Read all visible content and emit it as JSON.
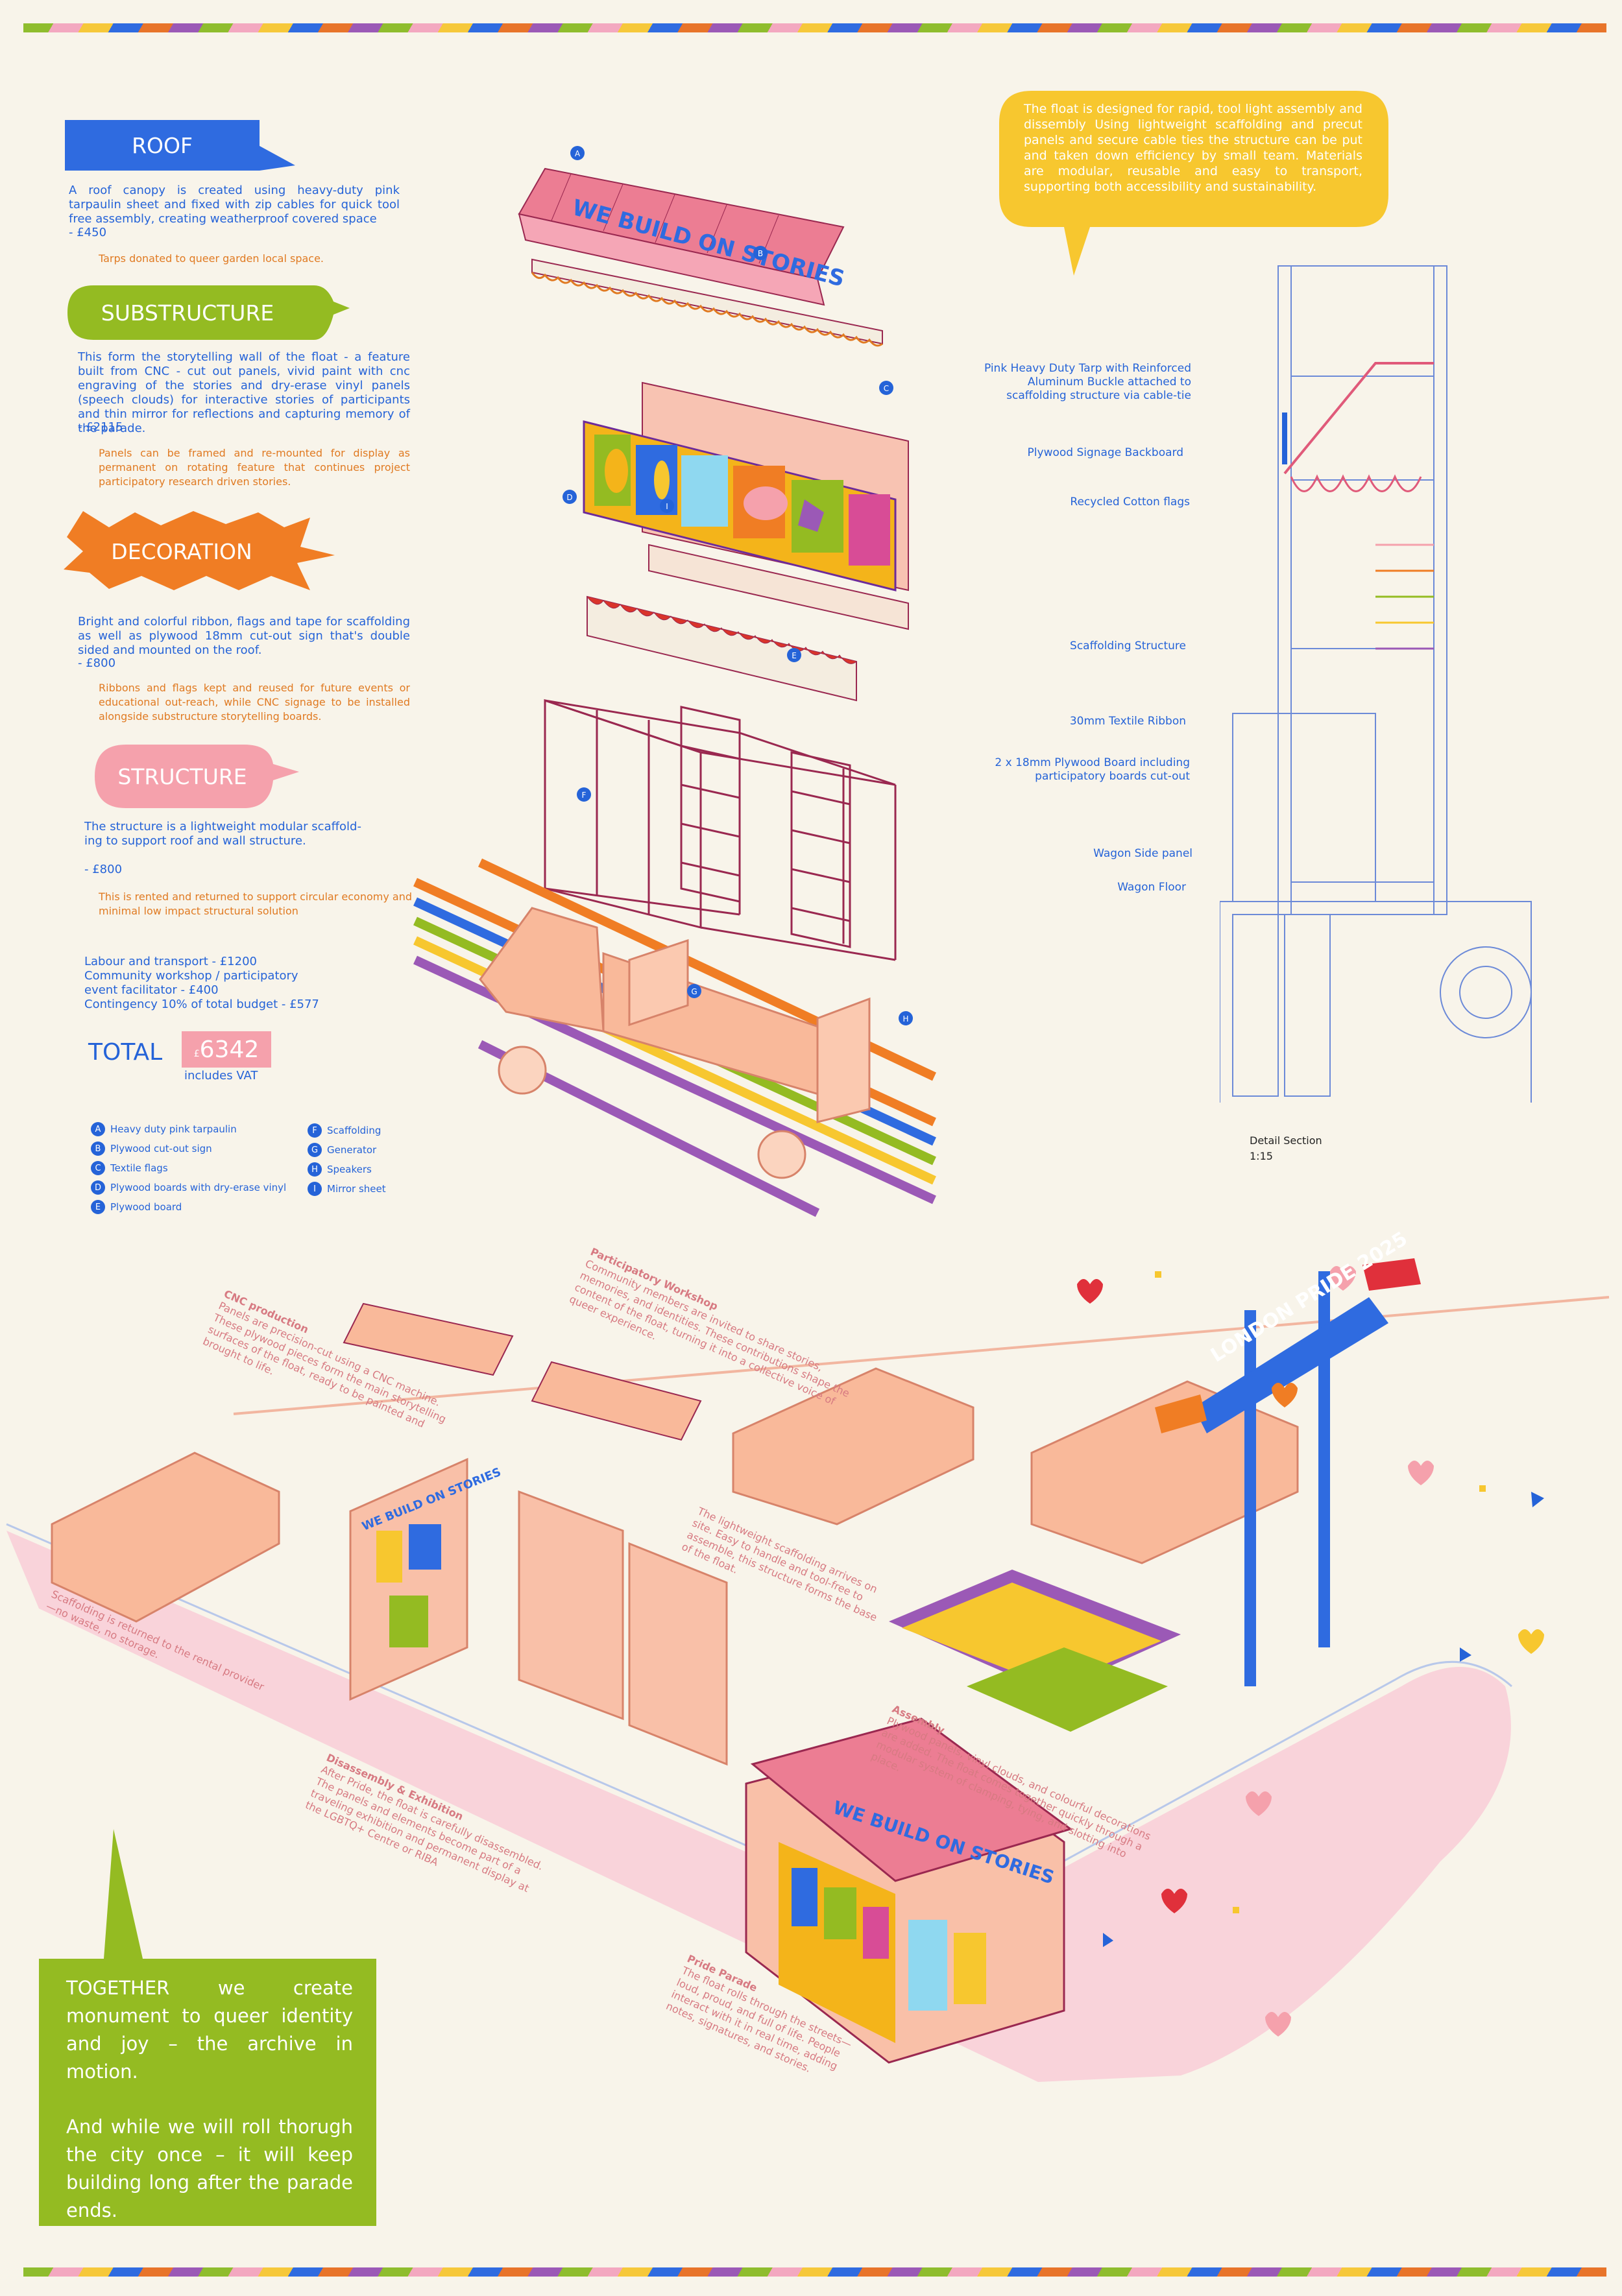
{
  "roof": {
    "title": "ROOF",
    "desc": "A roof canopy is created using heavy-duty pink tarpaulin sheet and fixed with zip cables for quick tool free assembly, creating weatherproof covered space",
    "cost": "-   £450",
    "note": "Tarps donated to queer garden local space."
  },
  "substructure": {
    "title": "SUBSTRUCTURE",
    "desc": "This form the storytelling wall of the float - a  feature built from CNC - cut out panels, vivid paint with cnc engraving of the stories and dry-erase vinyl panels (speech clouds) for interactive stories of participants and thin mirror for reflections and capturing memory of the parade.",
    "cost": "-   £2115",
    "note": "Panels can be framed and re-mounted for display as permanent on rotating feature that continues project participatory research driven stories."
  },
  "decoration": {
    "title": "DECORATION",
    "desc": "Bright and colorful ribbon, flags and tape for scaffolding as well as plywood 18mm cut-out sign that's double sided and mounted on the roof.",
    "cost": "-   £800",
    "note": "Ribbons and flags kept and reused for future events or educational out-reach, while CNC signage to be installed alongside substructure storytelling boards."
  },
  "structure": {
    "title": "STRUCTURE",
    "desc": "The structure is a lightweight modular scaffold-ing to support roof and wall structure.",
    "cost": "-   £800",
    "note": "This is rented and returned to support circular economy and minimal low impact structural solution"
  },
  "extras": [
    "Labour and transport  - £1200",
    "Community workshop / participatory",
    "event facilitator - £400",
    "Contingency 10% of total budget - £577"
  ],
  "total": {
    "label": "TOTAL",
    "value": "6342",
    "currency": "£",
    "vat": "includes VAT"
  },
  "legend_left": [
    {
      "key": "A",
      "label": "Heavy duty pink tarpaulin"
    },
    {
      "key": "B",
      "label": "Plywood cut-out sign"
    },
    {
      "key": "C",
      "label": "Textile flags"
    },
    {
      "key": "D",
      "label": "Plywood boards with dry-erase vinyl"
    },
    {
      "key": "E",
      "label": "Plywood board"
    }
  ],
  "legend_right": [
    {
      "key": "F",
      "label": "Scaffolding"
    },
    {
      "key": "G",
      "label": "Generator"
    },
    {
      "key": "H",
      "label": "Speakers"
    },
    {
      "key": "I",
      "label": "Mirror sheet"
    }
  ],
  "speech": "The float is designed for rapid, tool light assembly and dissembly Using lightweight scaffolding and precut panels and secure cable ties the structure can be put and taken down efficiency by small team. Materials are modular, reusable and easy to transport, supporting both accessibility and sustainability.",
  "section_labels": [
    "Pink Heavy Duty Tarp with Reinforced Aluminum Buckle attached to scaffolding structure via cable-tie",
    "Plywood Signage Backboard",
    "Recycled Cotton flags",
    "Scaffolding Structure",
    "30mm Textile Ribbon",
    "2 x 18mm Plywood Board including participatory boards cut-out",
    "Wagon Side panel",
    "Wagon Floor"
  ],
  "detail": {
    "title": "Detail Section",
    "scale": "1:15"
  },
  "sign_text": "WE BUILD ON STORIES",
  "arch_text": "LONDON PRIDE 2025",
  "process": [
    {
      "title": "CNC production",
      "text": "Panels are precision-cut using a CNC machine. These plywood pieces form the main storytelling surfaces of the float, ready to be painted and brought to life."
    },
    {
      "title": "Participatory Workshop",
      "text": "Community members are invited to share stories, memories, and identities. These contributions shape the content of the float, turning it into a collective voice of queer experience."
    },
    {
      "title": "",
      "text": "The lightweight scaffolding arrives on site. Easy to handle and tool-free to assemble, this structure forms the base of the float."
    },
    {
      "title": "Assembly",
      "text": "Plywood panels, vinyl clouds, and colourful decorations are added. The float comes together quickly through a modular system of clamping, tying, and slotting into place."
    },
    {
      "title": "Disassembly & Exhibition",
      "text": "After Pride, the float is carefully disassembled. The panels and elements become part of a traveling exhibition and permanent display at the LGBTQ+ Centre or RIBA"
    },
    {
      "title": "Pride Parade",
      "text": "The float rolls through the streets—loud, proud, and full of life. People interact with it in real time, adding notes, signatures, and stories."
    },
    {
      "title": "",
      "text": "Scaffolding is returned to the rental provider —no waste, no storage."
    }
  ],
  "closing": {
    "line1": "TOGETHER we create monument to queer identity and joy – the archive in motion.",
    "line2": "And while we will roll thorugh the city once – it will keep building long after the parade ends."
  },
  "colors": {
    "blue": "#2563d8",
    "orange": "#f07d24",
    "green": "#94bb22",
    "pink": "#f5a1ac",
    "yellow": "#f7c72f",
    "bg": "#f8f4ea"
  }
}
